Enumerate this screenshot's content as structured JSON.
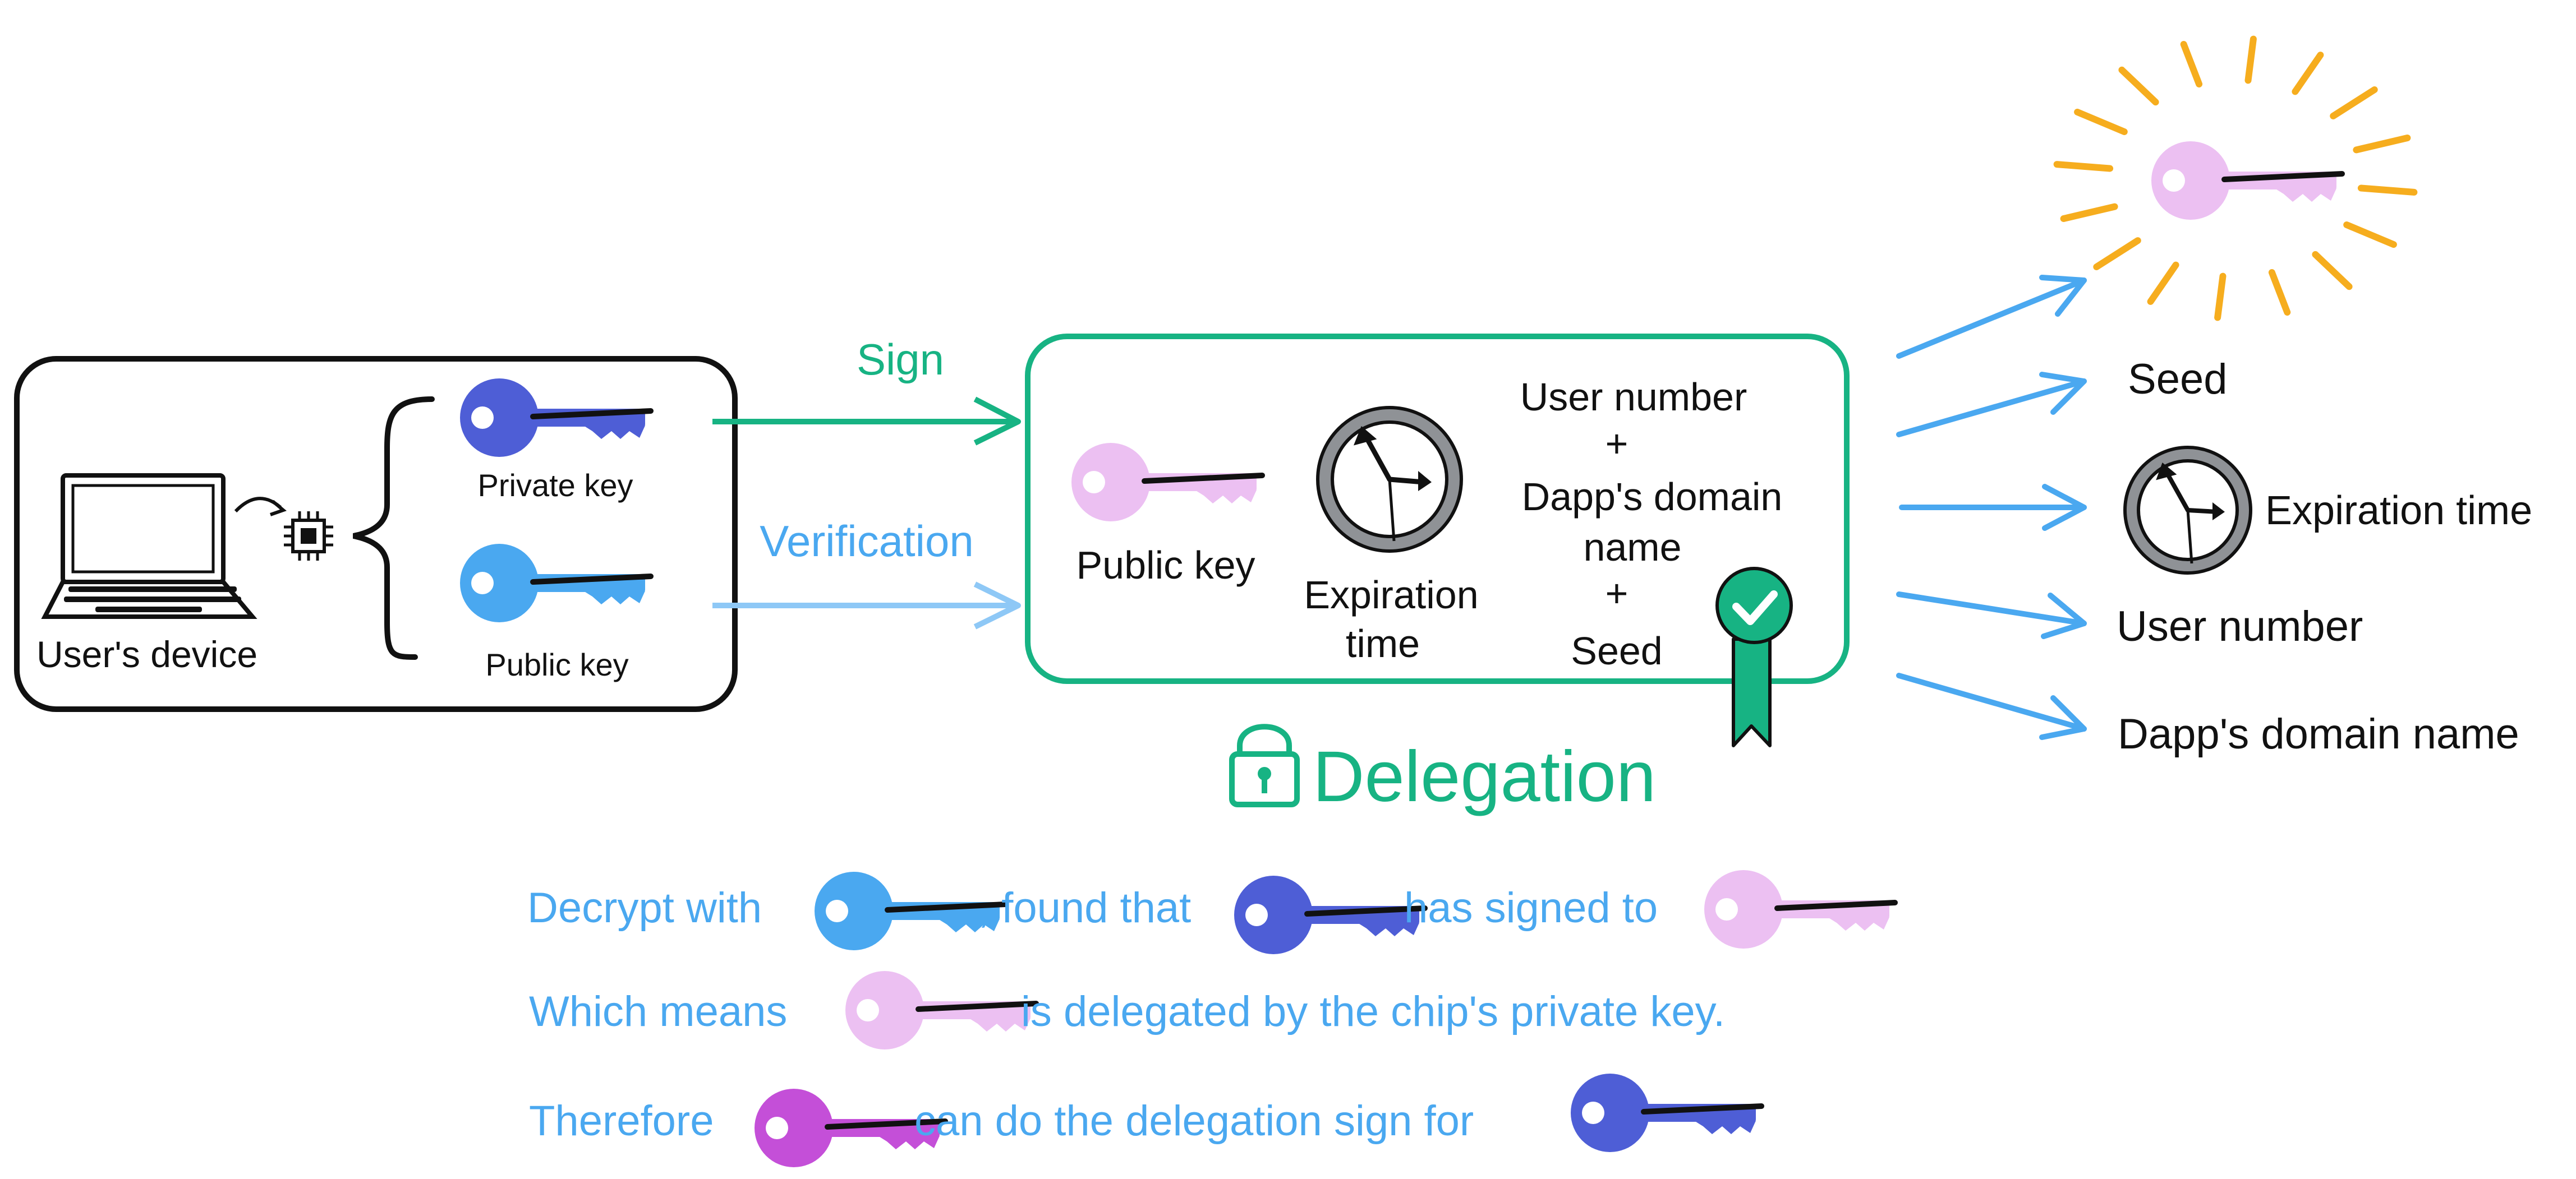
{
  "colors": {
    "black": "#111111",
    "green": "#17b383",
    "blue_text": "#4aa8f0",
    "arrow_blue": "#4aa8f0",
    "arrow_light_blue": "#8ec8f6",
    "sun": "#f6ad1e",
    "key_private": "#4e5ed6",
    "key_public": "#4aa8f0",
    "key_delegation": "#ecc0f2",
    "key_purple": "#c44fd8",
    "clock_ring": "#8f9296",
    "badge_green": "#17b383"
  },
  "device": {
    "label": "User's device",
    "private_key_label": "Private key",
    "public_key_label": "Public key"
  },
  "arrows": {
    "sign_label": "Sign",
    "verification_label": "Verification"
  },
  "delegation": {
    "title": "Delegation",
    "public_key_label": "Public key",
    "expiration_line1": "Expiration",
    "expiration_line2": "time",
    "fields": [
      "User number",
      "+",
      "Dapp's domain",
      "name",
      "+",
      "Seed"
    ]
  },
  "outputs": {
    "seed": "Seed",
    "expiration": "Expiration time",
    "user_number": "User number",
    "domain": "Dapp's domain name"
  },
  "explanation": {
    "line1_part1": "Decrypt with",
    "line1_part2": ", found that",
    "line1_part3": "has signed to",
    "line2_part1": "Which means",
    "line2_part2": "is delegated by the chip's private key.",
    "line3_part1": "Therefore",
    "line3_part2": "can do the delegation sign for"
  }
}
